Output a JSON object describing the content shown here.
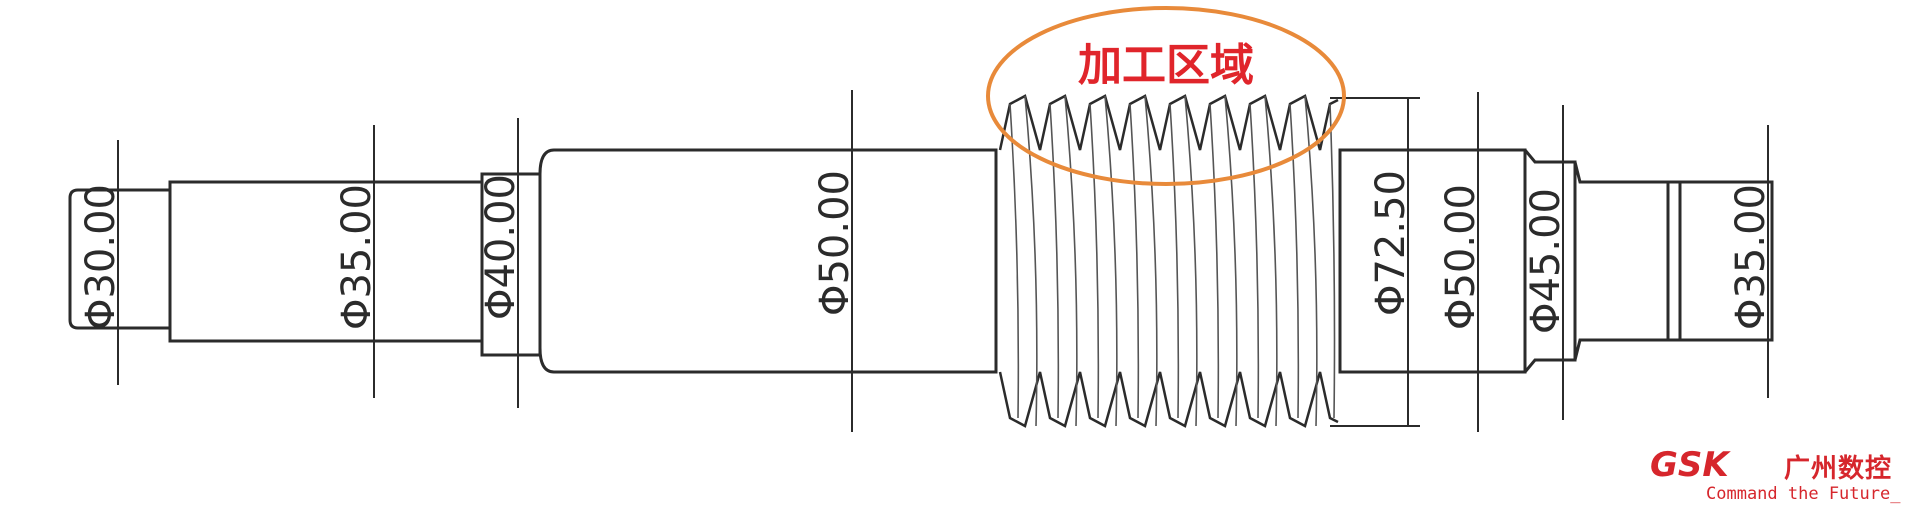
{
  "callout": {
    "label": "加工区域",
    "color": "#e0252b",
    "ellipse_color": "#e88a3a"
  },
  "dimensions": [
    {
      "id": "d1",
      "text": "Φ30.00"
    },
    {
      "id": "d2",
      "text": "Φ35.00"
    },
    {
      "id": "d3",
      "text": "Φ40.00"
    },
    {
      "id": "d4",
      "text": "Φ50.00"
    },
    {
      "id": "d5",
      "text": "Φ72.50"
    },
    {
      "id": "d6",
      "text": "Φ50.00"
    },
    {
      "id": "d7",
      "text": "Φ45.00"
    },
    {
      "id": "d8",
      "text": "Φ35.00"
    }
  ],
  "logo": {
    "mark": "GSK",
    "cn": "广州数控",
    "slogan": "Command the Future_",
    "color": "#d6262c"
  }
}
